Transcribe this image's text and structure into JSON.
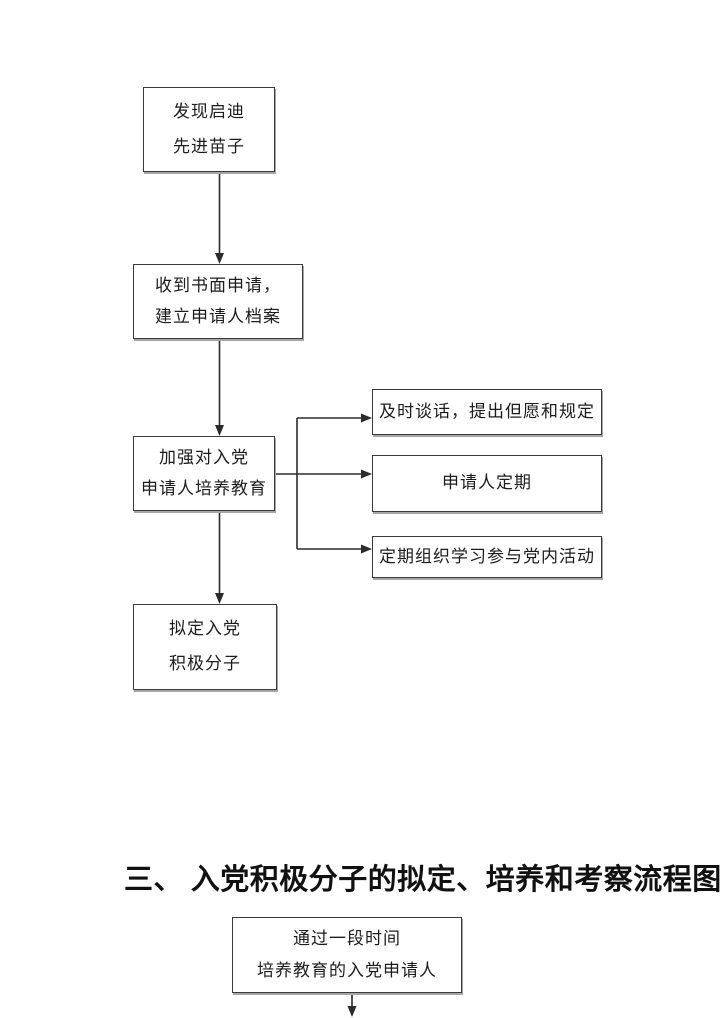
{
  "page": {
    "background": "#ffffff",
    "text_color": "#1c1c1c",
    "box_border_color": "#3a3a3a",
    "connector_color": "#2b2b2b"
  },
  "flowchart_applicant": {
    "box_discover": {
      "line1": "发现启迪",
      "line2": "先进苗子"
    },
    "box_receive_application": {
      "line1": "收到书面申请，",
      "line2": "建立申请人档案"
    },
    "box_strengthen_education": {
      "line1": "加强对入党",
      "line2": "申请人培养教育"
    },
    "branch_timely_talk": {
      "text": "及时谈话，提出但愿和规定"
    },
    "branch_applicant_regular": {
      "text": "申请人定期"
    },
    "branch_regular_study": {
      "text": "定期组织学习参与党内活动"
    },
    "box_draft_activist": {
      "line1": "拟定入党",
      "line2": "积极分子"
    }
  },
  "section_heading": {
    "text": "三、 入党积极分子的拟定、培养和考察流程图"
  },
  "flowchart_activist": {
    "box_after_period": {
      "line1": "通过一段时间",
      "line2": "培养教育的入党申请人"
    }
  }
}
